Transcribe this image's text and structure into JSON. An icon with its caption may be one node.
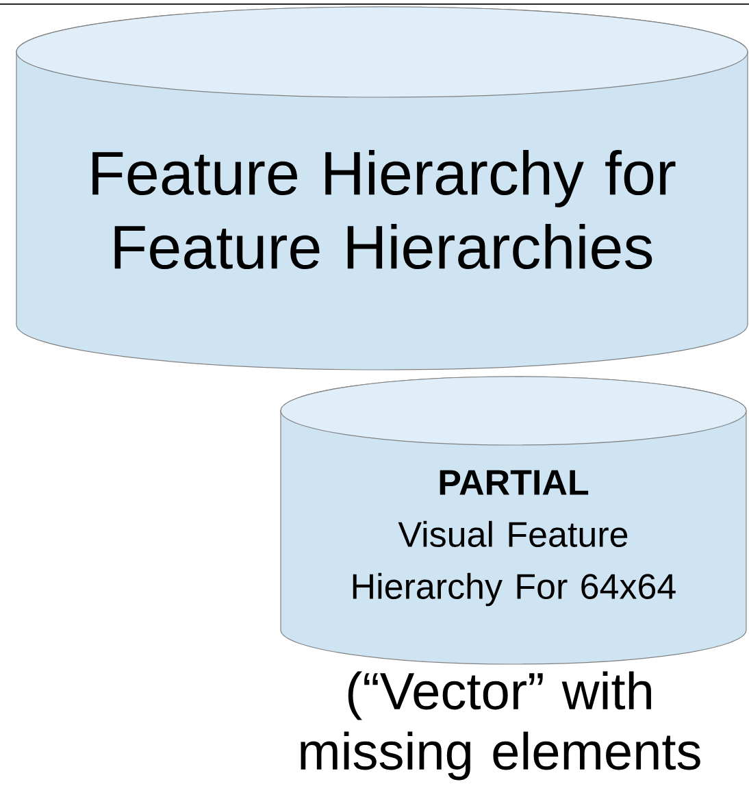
{
  "diagram": {
    "nodes": [
      {
        "text": [
          "Feature Hierarchy for Feature Hierarchies"
        ]
      },
      {
        "text": [
          "PARTIAL",
          "Visual Feature Hierarchy For 64x64"
        ],
        "beside": [
          "(“Vector” with missing elements"
        ]
      }
    ]
  }
}
